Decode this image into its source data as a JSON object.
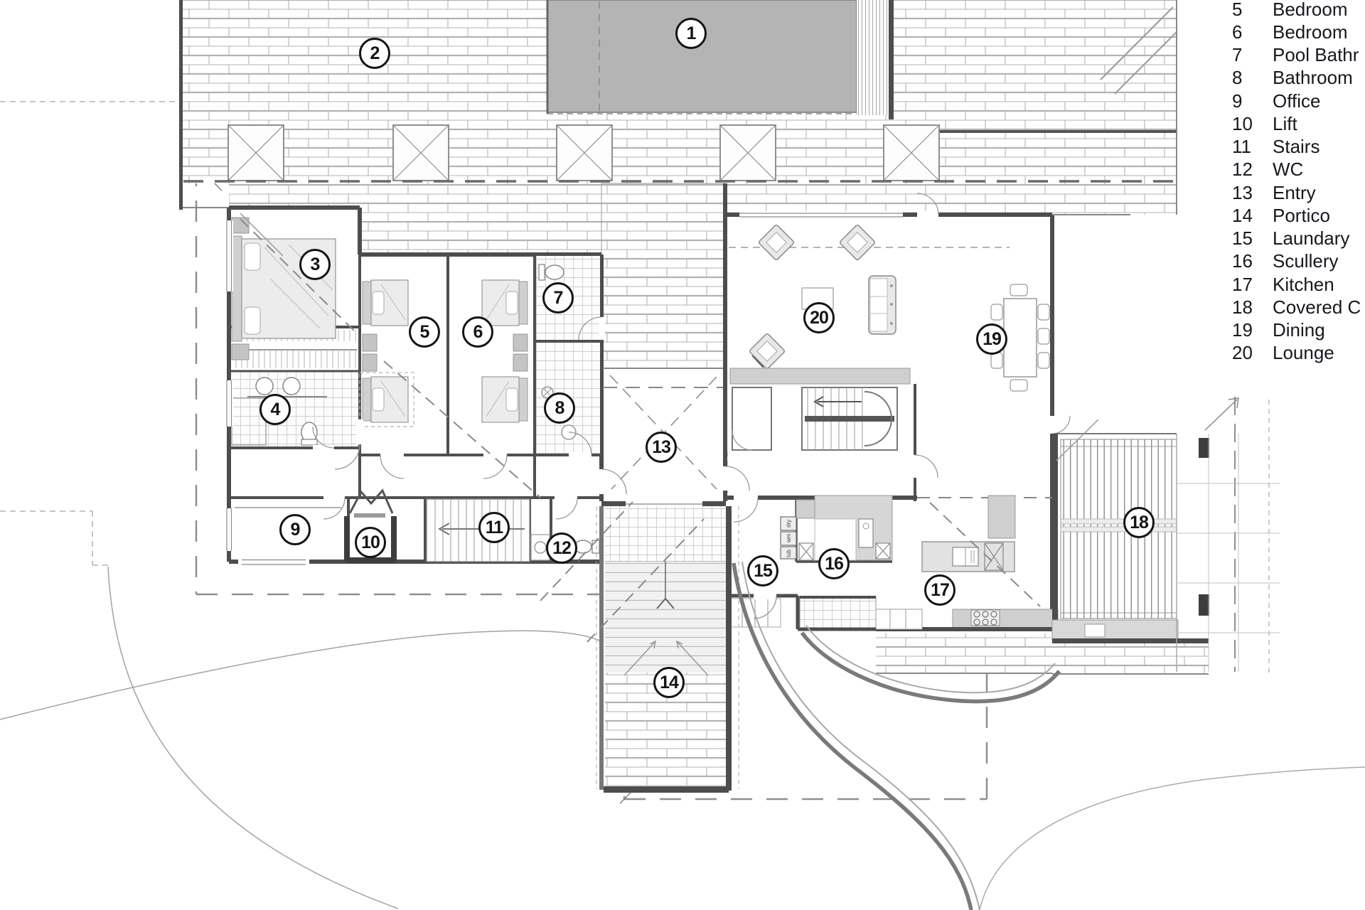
{
  "legend": {
    "items": [
      {
        "number": "5",
        "label": "Bedroom"
      },
      {
        "number": "6",
        "label": "Bedroom"
      },
      {
        "number": "7",
        "label": "Pool Bathr"
      },
      {
        "number": "8",
        "label": "Bathroom"
      },
      {
        "number": "9",
        "label": "Office"
      },
      {
        "number": "10",
        "label": "Lift"
      },
      {
        "number": "11",
        "label": "Stairs"
      },
      {
        "number": "12",
        "label": "WC"
      },
      {
        "number": "13",
        "label": "Entry"
      },
      {
        "number": "14",
        "label": "Portico"
      },
      {
        "number": "15",
        "label": "Laundary"
      },
      {
        "number": "16",
        "label": "Scullery"
      },
      {
        "number": "17",
        "label": "Kitchen"
      },
      {
        "number": "18",
        "label": "Covered C"
      },
      {
        "number": "19",
        "label": "Dining"
      },
      {
        "number": "20",
        "label": "Lounge"
      }
    ]
  },
  "plan": {
    "room_markers": [
      "1",
      "2",
      "3",
      "4",
      "5",
      "6",
      "7",
      "8",
      "9",
      "10",
      "11",
      "12",
      "13",
      "14",
      "15",
      "16",
      "17",
      "18",
      "19",
      "20"
    ],
    "fixtures": {
      "dryer": "dry",
      "washer": "wm",
      "tub": "tub"
    }
  },
  "colors": {
    "pool_fill": "#b4b4b4",
    "wall": "#4d4d4d",
    "counter_fill": "#cfcfcf",
    "brick_line": "#b3b3b3",
    "text": "#17171f"
  }
}
